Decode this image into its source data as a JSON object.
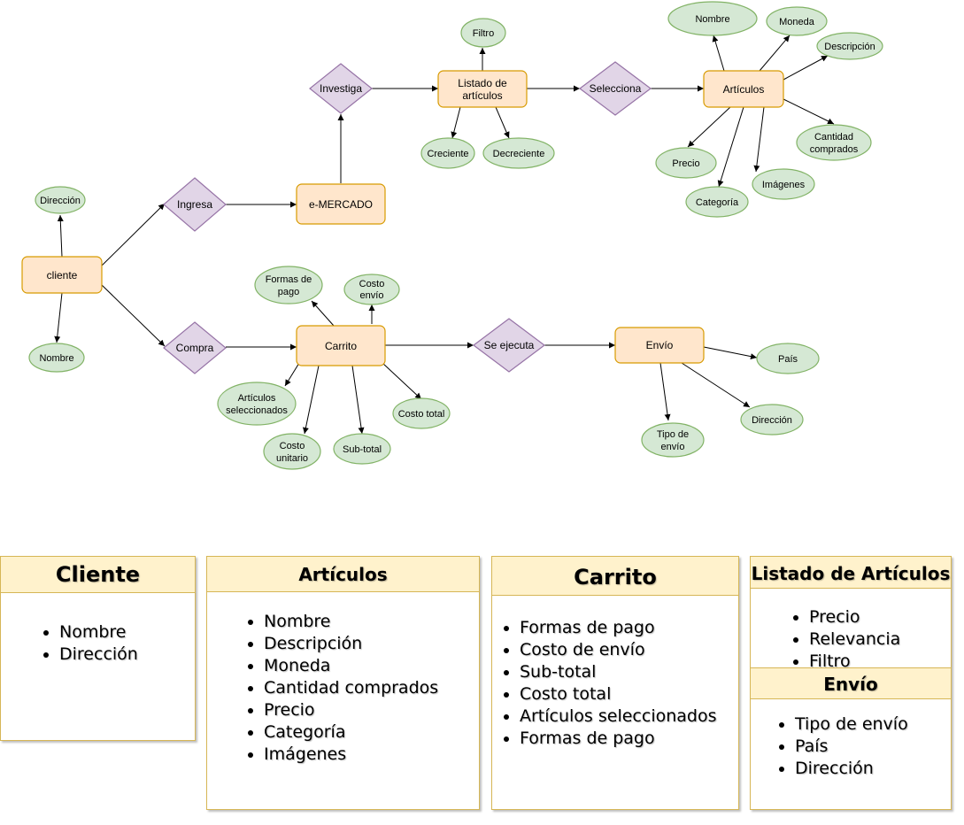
{
  "diagram": {
    "entities": {
      "cliente": "cliente",
      "emercado": "e-MERCADO",
      "listado_l1": "Listado de",
      "listado_l2": "artículos",
      "articulos": "Artículos",
      "carrito": "Carrito",
      "envio": "Envío"
    },
    "relations": {
      "ingresa": "Ingresa",
      "compra": "Compra",
      "investiga": "Investiga",
      "selecciona": "Selecciona",
      "se_ejecuta": "Se ejecuta"
    },
    "attributes": {
      "cliente_direccion": "Dirección",
      "cliente_nombre": "Nombre",
      "filtro": "Filtro",
      "creciente": "Creciente",
      "decreciente": "Decreciente",
      "art_nombre": "Nombre",
      "art_moneda": "Moneda",
      "art_descripcion": "Descripción",
      "art_cantidad_l1": "Cantidad",
      "art_cantidad_l2": "comprados",
      "art_precio": "Precio",
      "art_imagenes": "Imágenes",
      "art_categoria": "Categoría",
      "formas_pago_l1": "Formas de",
      "formas_pago_l2": "pago",
      "costo_envio_l1": "Costo",
      "costo_envio_l2": "envío",
      "art_sel_l1": "Artículos",
      "art_sel_l2": "seleccionados",
      "costo_unit_l1": "Costo",
      "costo_unit_l2": "unitario",
      "subtotal": "Sub-total",
      "costo_total": "Costo total",
      "pais": "País",
      "env_direccion": "Dirección",
      "tipo_envio_l1": "Tipo de",
      "tipo_envio_l2": "envío"
    }
  },
  "tables": {
    "cliente": {
      "title": "Cliente",
      "items": [
        "Nombre",
        "Dirección"
      ]
    },
    "articulos": {
      "title": "Artículos",
      "items": [
        "Nombre",
        "Descripción",
        "Moneda",
        "Cantidad comprados",
        "Precio",
        "Categoría",
        "Imágenes"
      ]
    },
    "carrito": {
      "title": "Carrito",
      "items": [
        "Formas de pago",
        "Costo de envío",
        "Sub-total",
        "Costo total",
        "Artículos seleccionados",
        "Formas de pago"
      ]
    },
    "listado": {
      "title": "Listado de Artículos",
      "items": [
        "Precio",
        "Relevancia",
        "Filtro"
      ]
    },
    "envio": {
      "title": "Envío",
      "items": [
        "Tipo de envío",
        "País",
        "Dirección"
      ]
    }
  },
  "colors": {
    "entity_fill": "#ffe6cc",
    "entity_stroke": "#d79b00",
    "relation_fill": "#e1d5e7",
    "relation_stroke": "#9673a6",
    "attribute_fill": "#d5e8d4",
    "attribute_stroke": "#82b366",
    "card_header": "#fff2cc",
    "card_border": "#d6b656"
  }
}
